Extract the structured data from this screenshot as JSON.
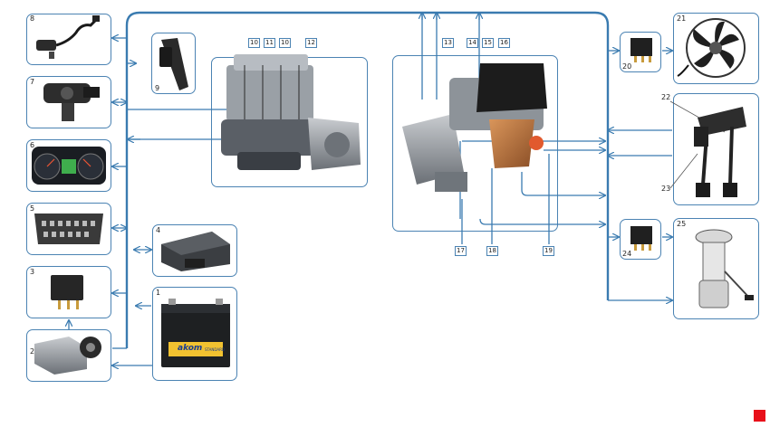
{
  "components": {
    "c1": "1",
    "c2": "2",
    "c3": "3",
    "c4": "4",
    "c5": "5",
    "c6": "6",
    "c7": "7",
    "c8": "8",
    "c9": "9",
    "c20": "20",
    "c21": "21",
    "c22": "22",
    "c23": "23",
    "c24": "24",
    "c25": "25"
  },
  "callouts": {
    "k10a": "10",
    "k11": "11",
    "k10b": "10",
    "k12": "12",
    "k13": "13",
    "k14": "14",
    "k15": "15",
    "k16": "16",
    "k17": "17",
    "k18": "18",
    "k19": "19"
  },
  "battery": {
    "brand": "akom",
    "subtitle": "STANDARD"
  },
  "colors": {
    "line": "#3a7bb0",
    "box": "#4b83b3",
    "marker": "#e8101a"
  }
}
